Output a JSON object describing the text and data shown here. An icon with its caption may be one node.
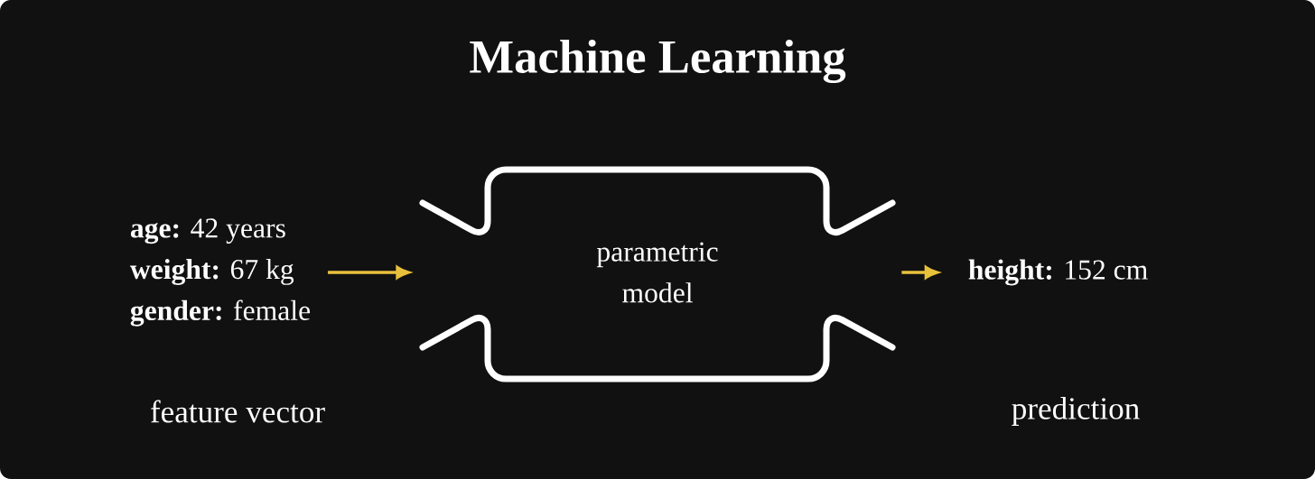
{
  "diagram": {
    "title": "Machine Learning",
    "nodes": [
      {
        "text": [
          "**age:** 42 years",
          "**weight:** 67 kg",
          "**gender:** female"
        ],
        "beside": [
          "feature vector"
        ]
      },
      {
        "text": [
          "parametric model"
        ]
      },
      {
        "text": [
          "**height:** 152 cm"
        ],
        "beside": [
          "prediction"
        ]
      }
    ],
    "edges": [
      {
        "from": 0,
        "to": 1,
        "arrow": "to"
      },
      {
        "from": 1,
        "to": 2,
        "arrow": "to"
      }
    ]
  }
}
